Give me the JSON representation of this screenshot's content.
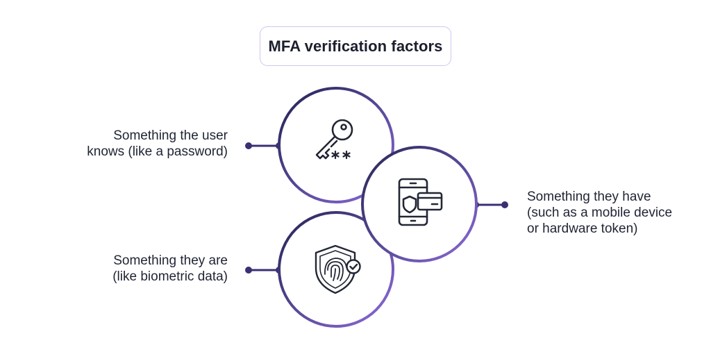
{
  "title": "MFA verification factors",
  "colors": {
    "ring_dark": "#272a55",
    "ring_light": "#8a6ad6",
    "connector": "#3b2f74",
    "icon_stroke": "#222634",
    "pill_border": "#cfc6ee"
  },
  "factors": [
    {
      "id": "knowledge",
      "icon": "key-password-icon",
      "lines": [
        "Something the user",
        "knows (like a password)"
      ]
    },
    {
      "id": "possession",
      "icon": "mobile-card-icon",
      "lines": [
        "Something they have",
        "(such as a mobile device",
        "or hardware token)"
      ]
    },
    {
      "id": "inherence",
      "icon": "fingerprint-shield-icon",
      "lines": [
        "Something they are",
        "(like biometric data)"
      ]
    }
  ]
}
